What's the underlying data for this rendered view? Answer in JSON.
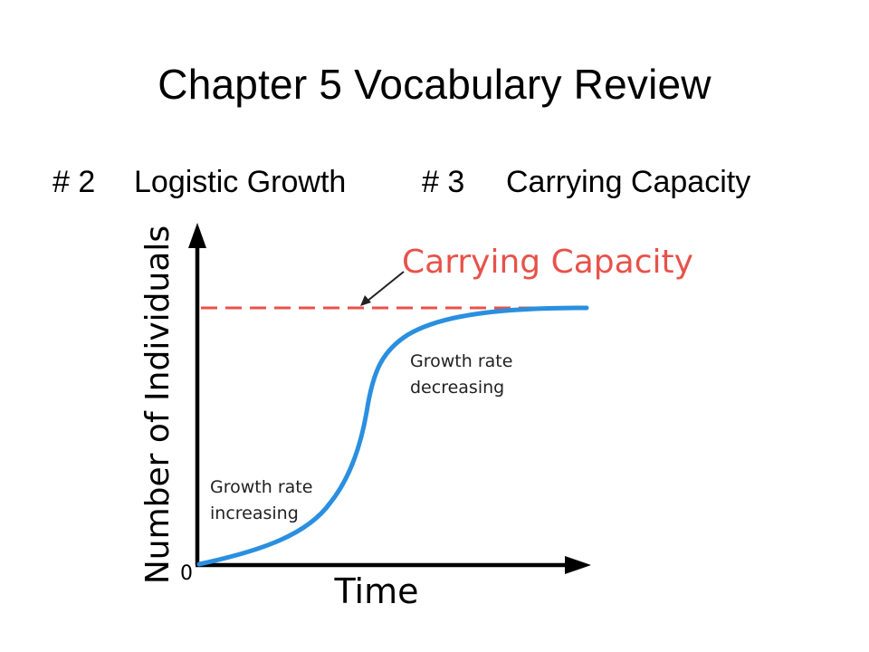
{
  "slide": {
    "title": "Chapter 5 Vocabulary Review",
    "subtitle": {
      "item1_number": "# 2",
      "item1_term": "Logistic Growth",
      "item2_number": "# 3",
      "item2_term": "Carrying Capacity"
    }
  },
  "diagram": {
    "y_axis_label": "Number of Individuals",
    "x_axis_label": "Time",
    "origin_label": "0",
    "carrying_capacity_label": "Carrying Capacity",
    "annotation_lower": {
      "line1": "Growth rate",
      "line2": "increasing"
    },
    "annotation_upper": {
      "line1": "Growth rate",
      "line2": "decreasing"
    },
    "colors": {
      "curve": "#2a8fe0",
      "carrying_capacity": "#e8524a",
      "axes": "#000000",
      "arrow_text": "#222222"
    }
  }
}
